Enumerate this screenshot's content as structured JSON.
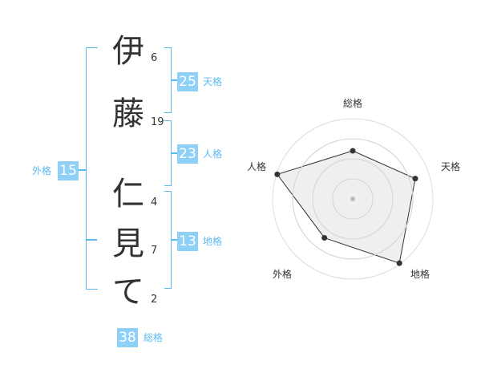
{
  "name": {
    "characters": [
      {
        "char": "伊",
        "strokes": "6"
      },
      {
        "char": "藤",
        "strokes": "19"
      },
      {
        "char": "仁",
        "strokes": "4"
      },
      {
        "char": "見",
        "strokes": "7"
      },
      {
        "char": "て",
        "strokes": "2"
      }
    ]
  },
  "kakaku": {
    "tenkaku": {
      "value": "25",
      "label": "天格"
    },
    "jinkaku": {
      "value": "23",
      "label": "人格"
    },
    "chikaku": {
      "value": "13",
      "label": "地格"
    },
    "gaikaku": {
      "value": "15",
      "label": "外格"
    },
    "soukaku": {
      "value": "38",
      "label": "総格"
    }
  },
  "chart_data": {
    "type": "radar",
    "axes": [
      "総格",
      "天格",
      "地格",
      "外格",
      "人格"
    ],
    "values": [
      0.6,
      0.82,
      0.99,
      0.6,
      0.99
    ],
    "rmax": 1,
    "rings": 4,
    "grid": true
  },
  "colors": {
    "accent": "#5bbbf0",
    "box": "#8fd0f7",
    "radar_fill": "#f0f0f0",
    "radar_line": "#333333"
  }
}
